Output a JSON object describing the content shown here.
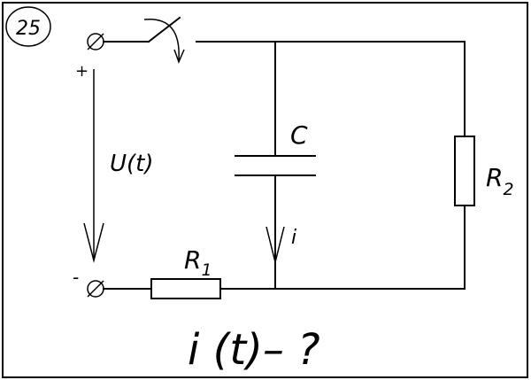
{
  "problem": {
    "number": "25",
    "question": "i (t)– ?"
  },
  "circuit": {
    "terminal_plus": "+",
    "terminal_minus": "-",
    "voltage_label": "U(t)",
    "capacitor_label": "C",
    "current_label": "i",
    "resistor1": {
      "base": "R",
      "sub": "1"
    },
    "resistor2": {
      "base": "R",
      "sub": "2"
    }
  }
}
